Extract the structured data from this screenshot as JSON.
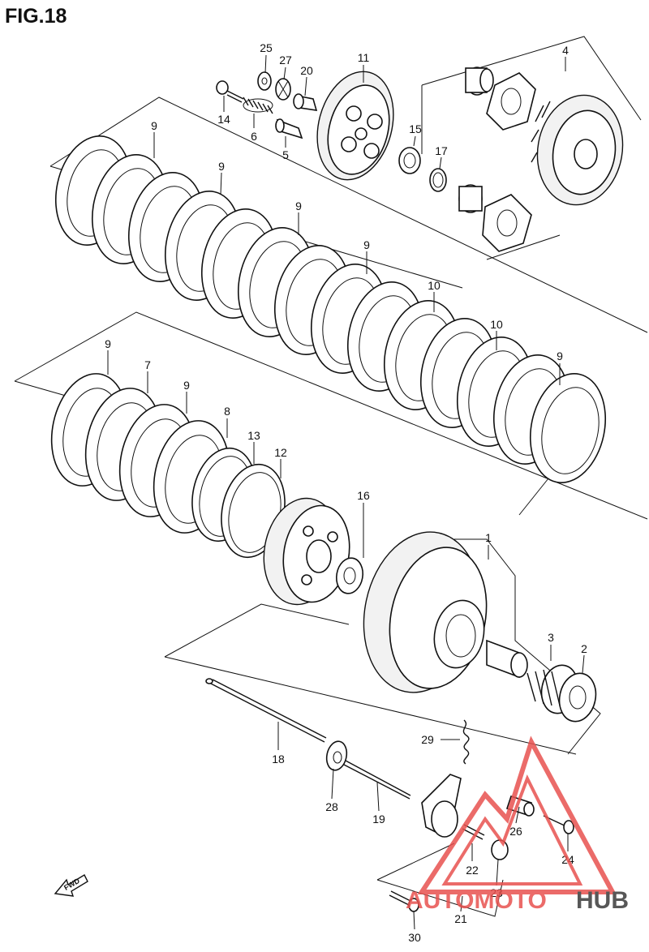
{
  "figure_title": "FIG.18",
  "fwd_label": "FWD",
  "watermark": {
    "text_left": "AUTOMOTO",
    "text_right": "HUB",
    "color": "#e8524f",
    "dark_color": "#3a3a3a"
  },
  "callouts": [
    "25",
    "27",
    "20",
    "11",
    "4",
    "14",
    "6",
    "5",
    "15",
    "17",
    "9",
    "9",
    "9",
    "9",
    "10",
    "10",
    "9",
    "9",
    "7",
    "9",
    "8",
    "13",
    "12",
    "16",
    "1",
    "3",
    "2",
    "29",
    "18",
    "28",
    "19",
    "26",
    "22",
    "24",
    "23",
    "21",
    "30"
  ]
}
